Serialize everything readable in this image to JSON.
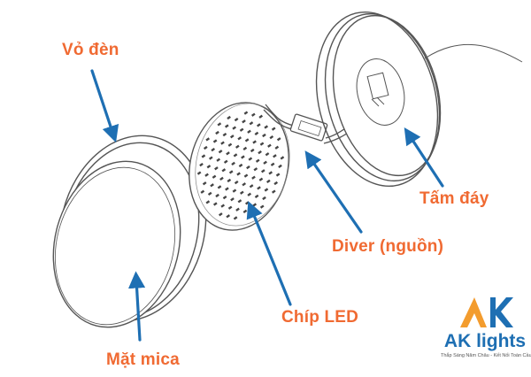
{
  "colors": {
    "label": "#f06a32",
    "arrow": "#1e6fb3",
    "line": "#555555",
    "logo_orange": "#f39c2e",
    "logo_blue": "#1e6fb3"
  },
  "labels": {
    "vo_den": "Vỏ đèn",
    "tam_day": "Tấm đáy",
    "diver": "Diver (nguồn)",
    "chip_led": "Chíp LED",
    "mat_mica": "Mặt mica"
  },
  "logo": {
    "mark": "AK",
    "name": "AK lights",
    "tagline": "Thắp Sáng Năm Châu - Kết Nối Toàn Cầu"
  }
}
